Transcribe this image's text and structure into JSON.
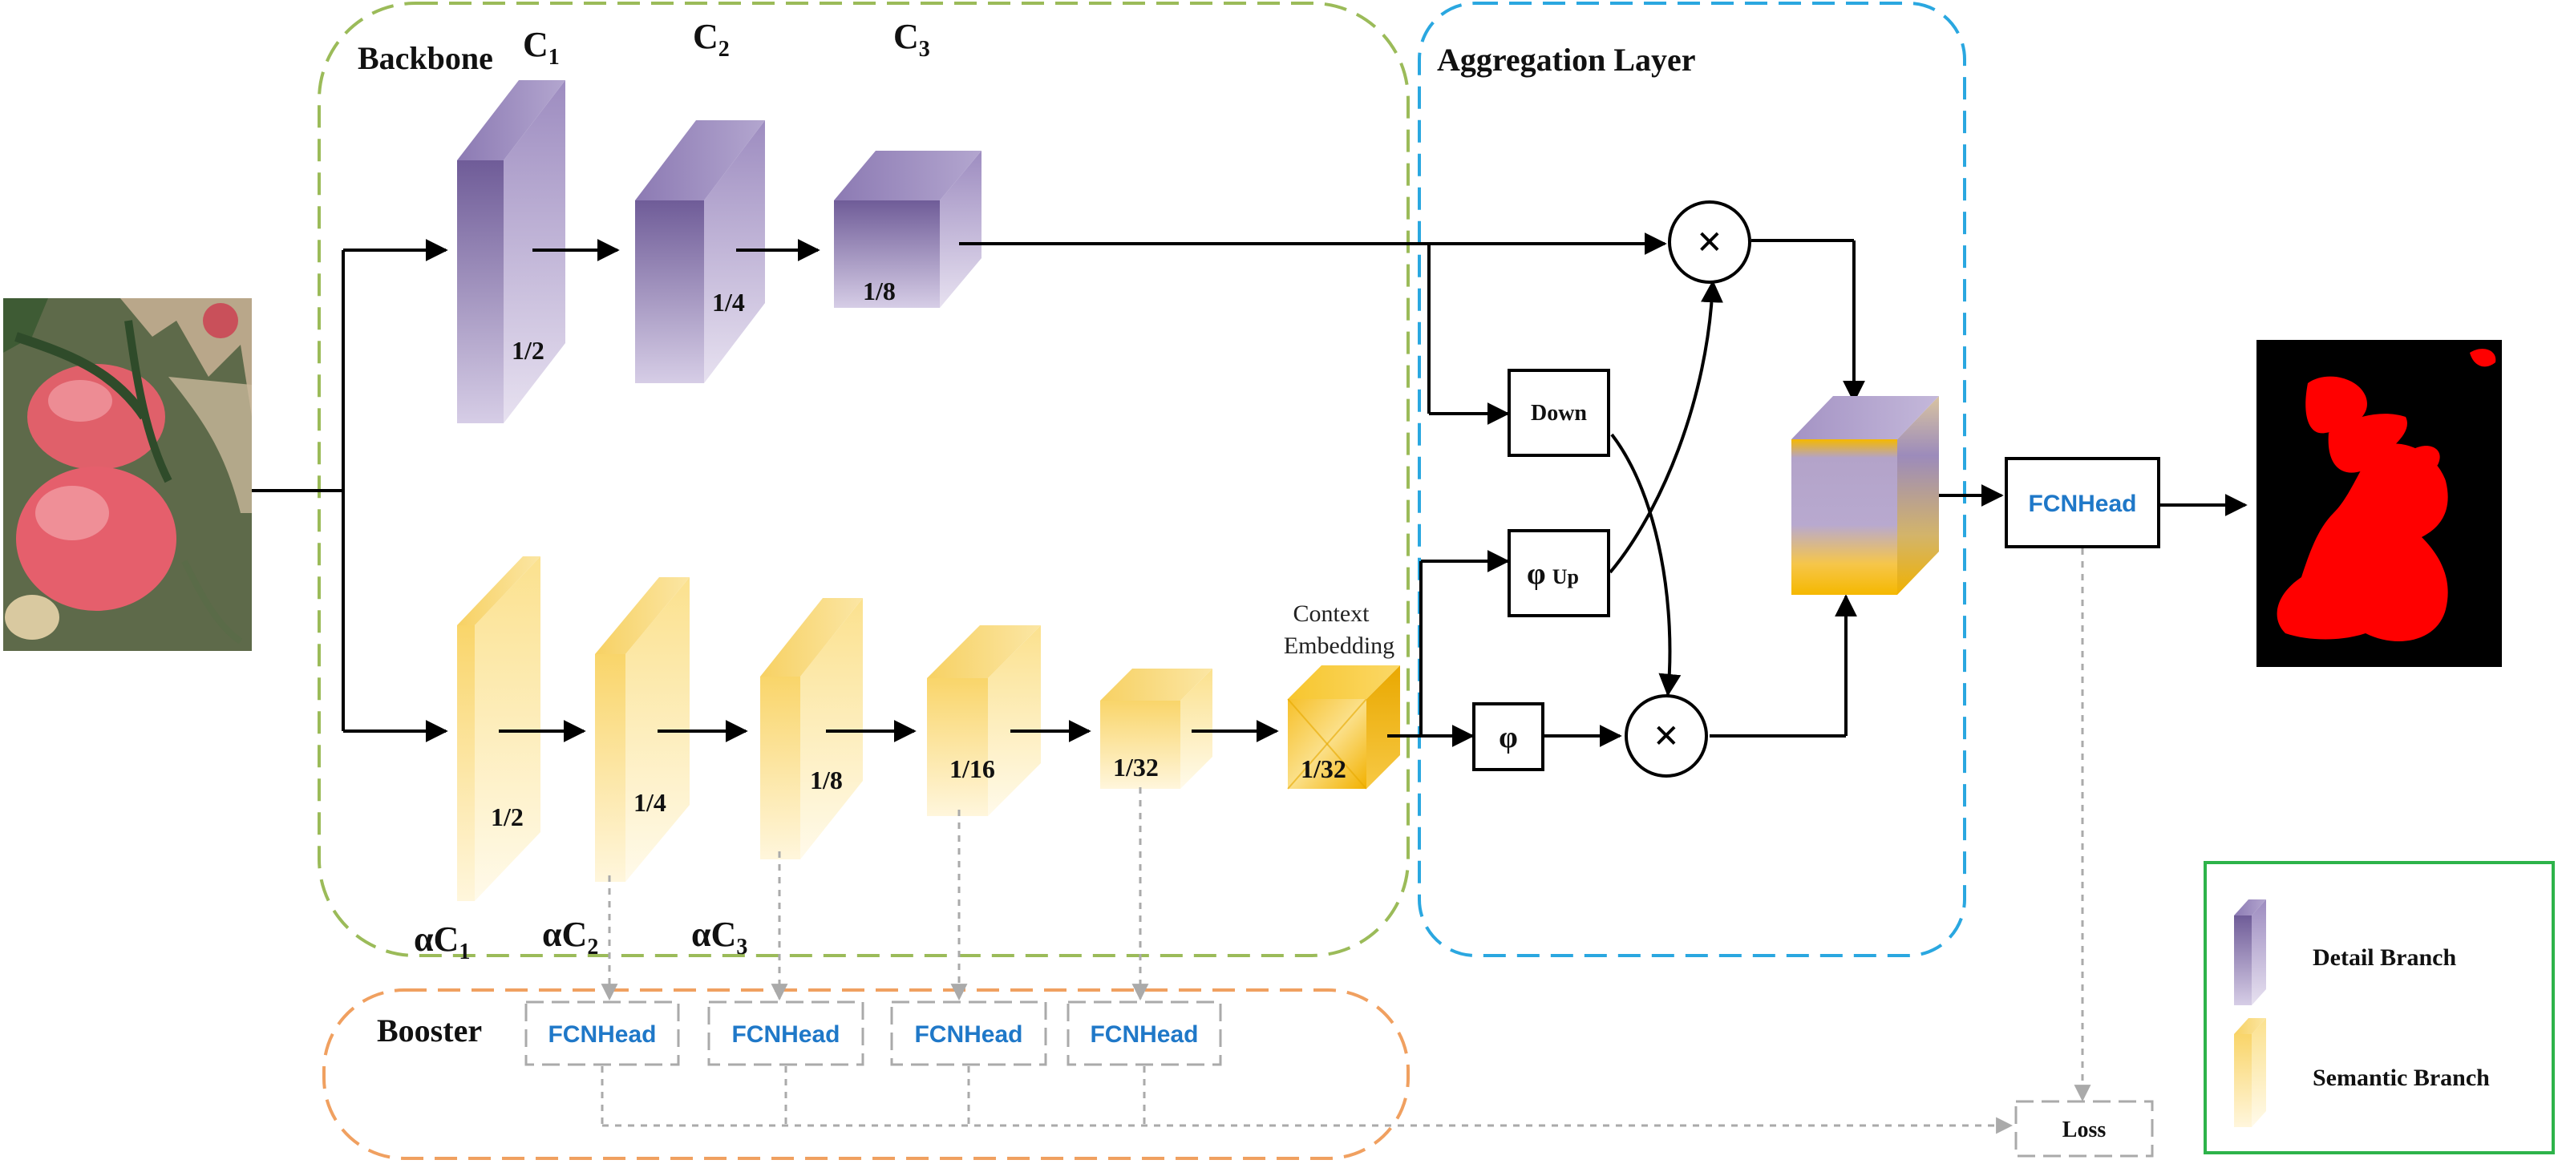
{
  "sections": {
    "backbone": "Backbone",
    "aggregation": "Aggregation Layer",
    "booster": "Booster"
  },
  "detail_labels": [
    "C",
    "C",
    "C"
  ],
  "detail_subscripts": [
    "1",
    "2",
    "3"
  ],
  "detail_scales": [
    "1/2",
    "1/4",
    "1/8"
  ],
  "semantic_labels": [
    "αC",
    "αC",
    "αC"
  ],
  "semantic_subscripts": [
    "1",
    "2",
    "3"
  ],
  "semantic_scales": [
    "1/2",
    "1/4",
    "1/8",
    "1/16",
    "1/32"
  ],
  "context": {
    "line1": "Context",
    "line2": "Embedding",
    "scale": "1/32"
  },
  "aggregation_nodes": {
    "down": "Down",
    "phi_up": "φ",
    "phi_up_sub": "Up",
    "phi": "φ",
    "multiply": "×"
  },
  "fcn_head": "FCNHead",
  "booster_heads": [
    "FCNHead",
    "FCNHead",
    "FCNHead",
    "FCNHead"
  ],
  "loss": "Loss",
  "legend": {
    "detail": "Detail Branch",
    "semantic": "Semantic Branch"
  },
  "colors": {
    "backbone_border": "#9bbb59",
    "aggregation_border": "#2aa7e0",
    "booster_border": "#f0a060",
    "legend_border": "#2db34a",
    "detail_purple": "#8a78aa",
    "semantic_yellow": "#f8dc80",
    "context_orange": "#f5b800",
    "fcn_text": "#1f78c8",
    "mask_red": "#ff0000"
  }
}
